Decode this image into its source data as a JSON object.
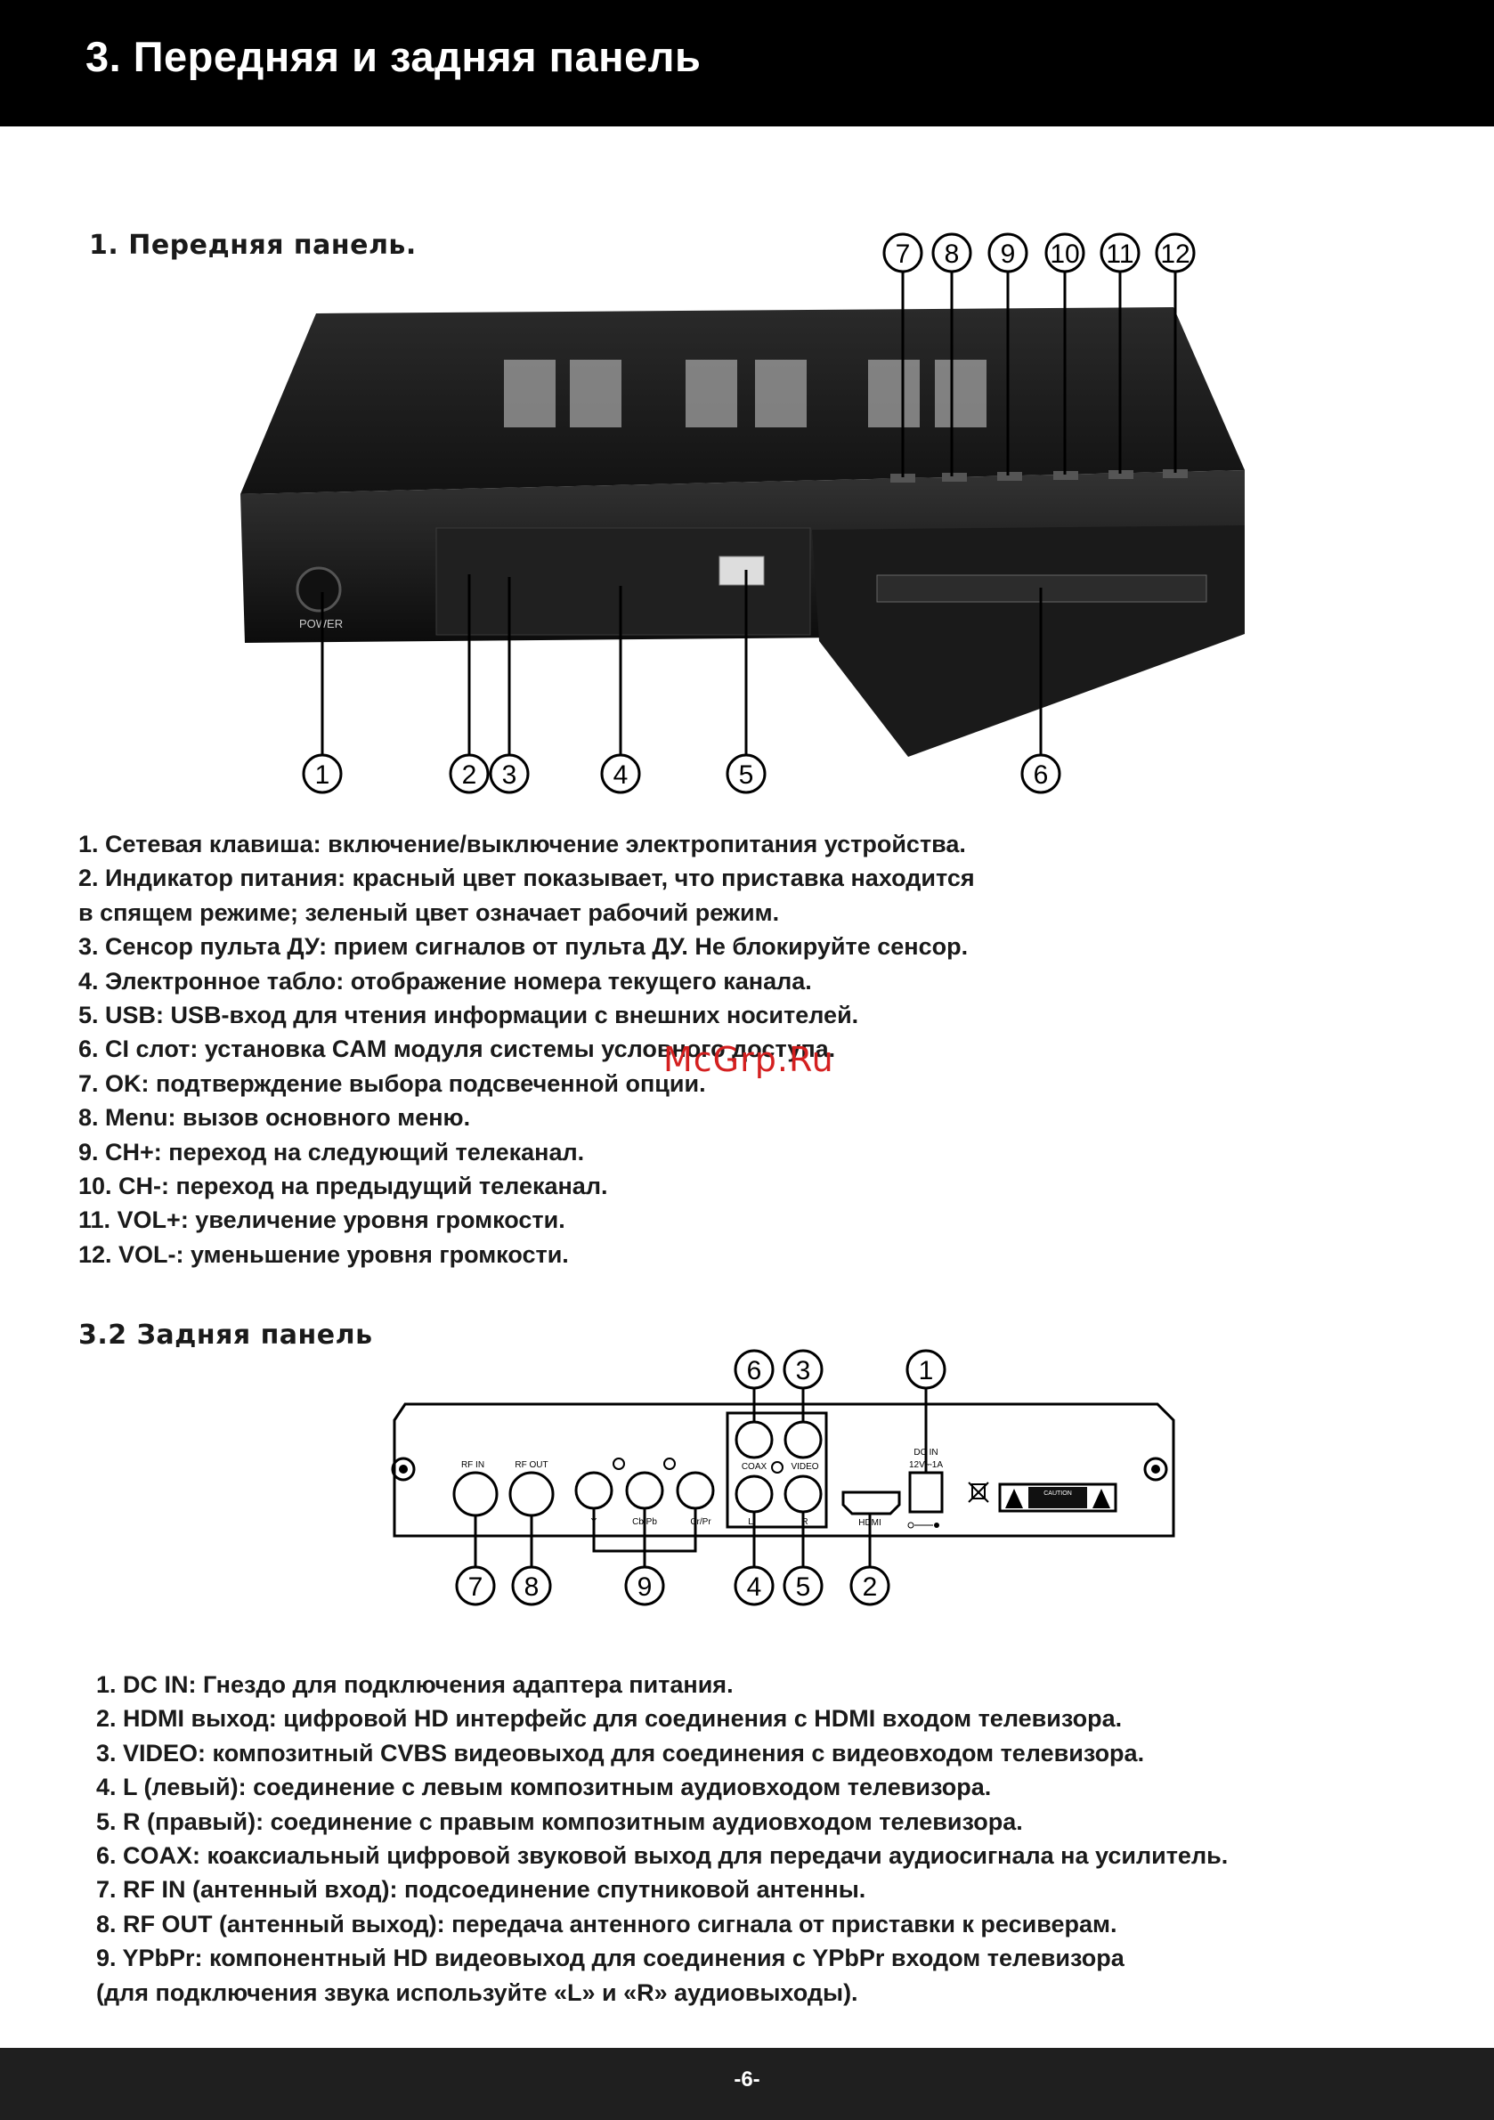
{
  "header": {
    "title": "3. Передняя и задняя панель"
  },
  "front": {
    "heading": "1. Передняя панель.",
    "callouts_top": [
      "7",
      "8",
      "9",
      "10",
      "11",
      "12"
    ],
    "callouts_bottom": [
      "1",
      "2",
      "3",
      "4",
      "5",
      "6"
    ],
    "power_label": "POWER",
    "items": [
      "1. Сетевая клавиша: включение/выключение электропитания устройства.",
      [
        "2. Индикатор питания: красный цвет показывает, что приставка находится",
        "в спящем режиме; зеленый цвет означает рабочий режим."
      ],
      "3. Сенсор пульта ДУ: прием сигналов от пульта ДУ. Не блокируйте сенсор.",
      "4. Электронное табло: отображение номера текущего канала.",
      "5. USB: USB-вход для чтения информации с внешних носителей.",
      "6. CI слот: установка CAM модуля системы условного доступа.",
      "7. OK: подтверждение выбора подсвеченной опции.",
      "8. Menu: вызов основного меню.",
      "9. CH+: переход на следующий телеканал.",
      "10. CH-: переход на предыдущий телеканал.",
      "11. VOL+: увеличение уровня громкости.",
      "12. VOL-: уменьшение уровня громкости."
    ]
  },
  "rear": {
    "heading": "3.2 Задняя панель",
    "callouts_top": [
      "6",
      "3",
      "1"
    ],
    "callouts_bottom": [
      "7",
      "8",
      "9",
      "4",
      "5",
      "2"
    ],
    "labels": {
      "rf_in": "RF IN",
      "rf_out": "RF OUT",
      "y": "Y",
      "cbpb": "Cb/Pb",
      "crpr": "Cr/Pr",
      "coax": "COAX",
      "video": "VIDEO",
      "l": "L",
      "r": "R",
      "hdmi": "HDMI",
      "dc_in": "DC IN",
      "dc_rating": "12V⎓1A",
      "caution": "CAUTION"
    },
    "items": [
      "1. DC IN: Гнездо для подключения адаптера питания.",
      "2. HDMI выход: цифровой HD интерфейс для соединения с HDMI входом телевизора.",
      "3. VIDEO:  композитный CVBS видеовыход для соединения с видеовходом телевизора.",
      "4. L (левый): соединение с левым композитным аудиовходом телевизора.",
      "5. R (правый): соединение с правым композитным аудиовходом телевизора.",
      "6. COAX: коаксиальный цифровой звуковой выход для передачи аудиосигнала на усилитель.",
      "7. RF IN (антенный вход): подсоединение спутниковой антенны.",
      "8. RF OUT (антенный выход): передача антенного сигнала от приставки к ресиверам.",
      [
        "9. YPbPr: компонентный  HD видеовыход для соединения с YPbPr входом телевизора",
        "(для подключения звука используйте «L» и «R» аудиовыходы)."
      ]
    ]
  },
  "watermark": "McGrp.Ru",
  "footer": {
    "page_number": "-6-"
  }
}
